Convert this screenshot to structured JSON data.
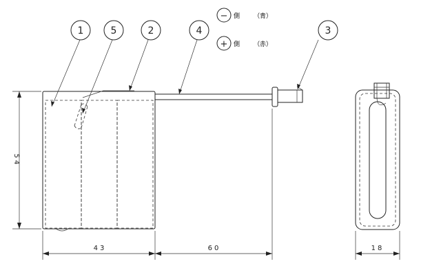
{
  "callouts": [
    {
      "id": "callout-1",
      "label": "1"
    },
    {
      "id": "callout-5",
      "label": "5"
    },
    {
      "id": "callout-2",
      "label": "2"
    },
    {
      "id": "callout-4",
      "label": "4"
    },
    {
      "id": "callout-3",
      "label": "3"
    }
  ],
  "legend": {
    "minus_symbol": "−",
    "minus_side": "側",
    "minus_color": "（青）",
    "plus_symbol": "+",
    "plus_side": "側",
    "plus_color": "（赤）"
  },
  "dimensions": {
    "height": "54",
    "width_body": "43",
    "lead_length": "60",
    "depth": "18"
  }
}
